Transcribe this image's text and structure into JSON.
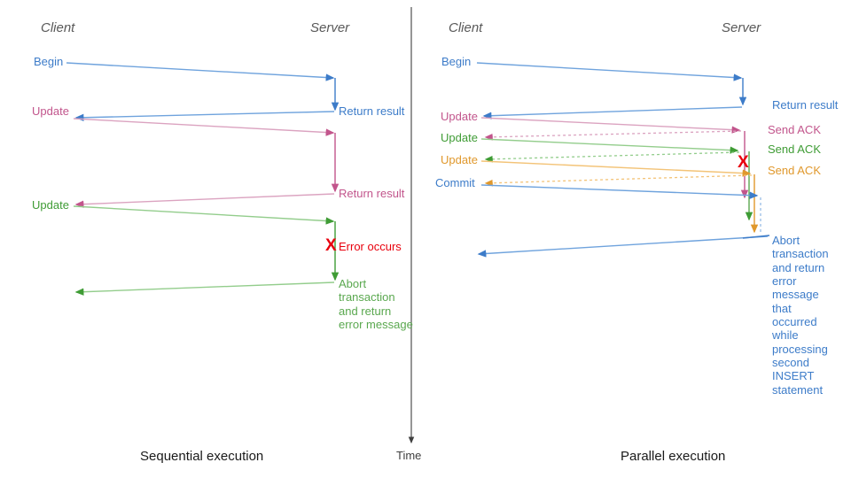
{
  "colors": {
    "blue": "#3d7cc9",
    "blue_light": "#8fb8e4",
    "pink": "#c2558c",
    "pink_light": "#dba3c0",
    "green": "#3f9c35",
    "green_light": "#93cd8c",
    "orange": "#e0982c",
    "orange_light": "#f3c377",
    "red": "#e8000d",
    "gray": "#595959",
    "axis": "#3f3f3f",
    "text": "#1a1a1a"
  },
  "diagram": {
    "title_left": "Sequential execution",
    "title_right": "Parallel execution",
    "time_axis_label": "Time"
  },
  "left_panel": {
    "header_client": "Client",
    "header_server": "Server",
    "caption": "Sequential execution",
    "client_messages": [
      {
        "label": "Begin",
        "color": "blue"
      },
      {
        "label": "Update",
        "color": "pink"
      },
      {
        "label": "Update",
        "color": "green"
      }
    ],
    "server_messages": [
      {
        "label": "Return result",
        "color": "blue"
      },
      {
        "label": "Return result",
        "color": "pink"
      },
      {
        "label": "Error occurs",
        "color": "red"
      },
      {
        "label": "Abort transaction and return error message",
        "color": "green"
      }
    ]
  },
  "right_panel": {
    "header_client": "Client",
    "header_server": "Server",
    "caption": "Parallel execution",
    "client_messages": [
      {
        "label": "Begin",
        "color": "blue"
      },
      {
        "label": "Update",
        "color": "pink"
      },
      {
        "label": "Update",
        "color": "green"
      },
      {
        "label": "Update",
        "color": "orange"
      },
      {
        "label": "Commit",
        "color": "blue"
      }
    ],
    "server_messages": [
      {
        "label": "Return result",
        "color": "blue"
      },
      {
        "label": "Send ACK",
        "color": "pink"
      },
      {
        "label": "Send ACK",
        "color": "green"
      },
      {
        "label": "Send ACK",
        "color": "orange"
      },
      {
        "label": "Abort transaction and return error message that occurred while processing second INSERT statement",
        "color": "blue"
      }
    ],
    "error_marker": "X"
  },
  "markers": {
    "error_glyph": "X"
  }
}
